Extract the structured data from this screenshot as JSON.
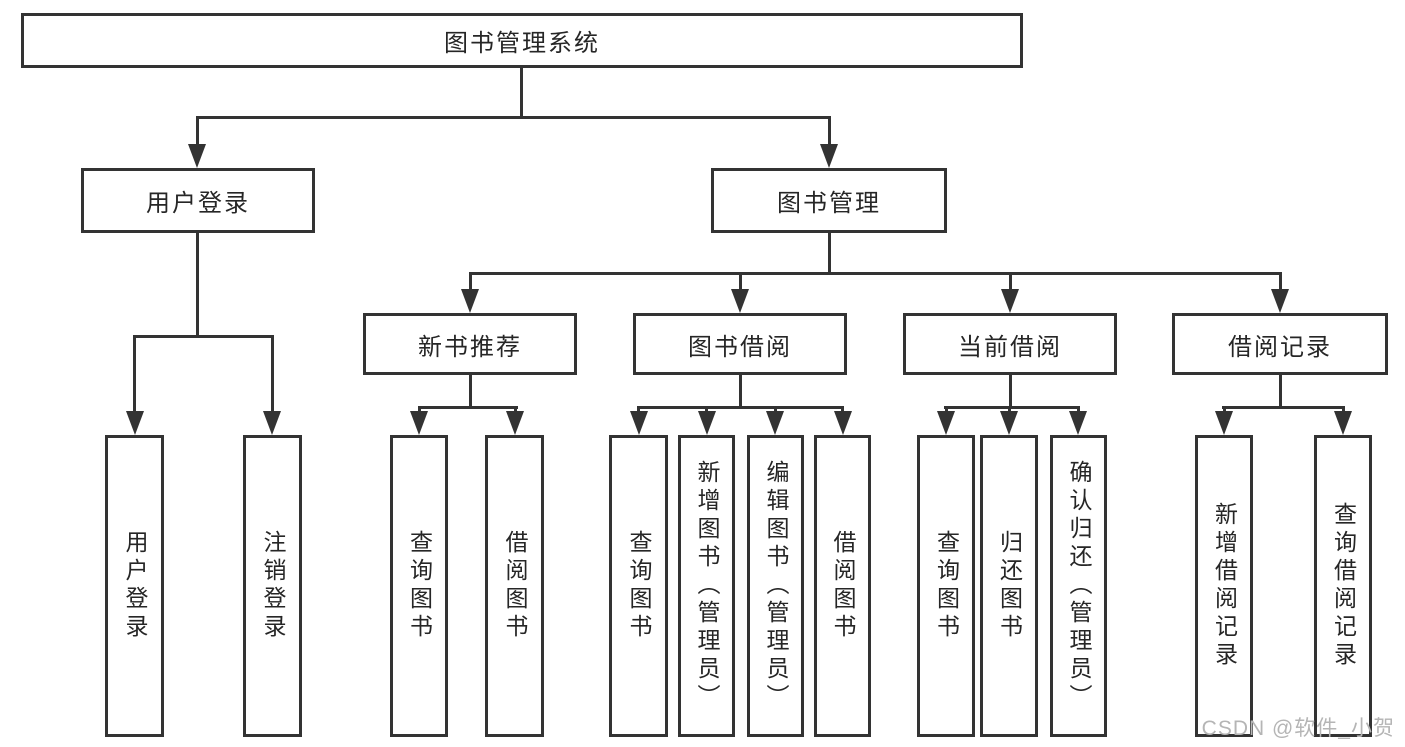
{
  "diagram": {
    "root": {
      "label": "图书管理系统"
    },
    "level2": [
      {
        "label": "用户登录"
      },
      {
        "label": "图书管理"
      }
    ],
    "login_children": [
      {
        "label": "用户登录"
      },
      {
        "label": "注销登录"
      }
    ],
    "groups": [
      {
        "label": "新书推荐",
        "children": [
          {
            "label": "查询图书"
          },
          {
            "label": "借阅图书"
          }
        ]
      },
      {
        "label": "图书借阅",
        "children": [
          {
            "label": "查询图书"
          },
          {
            "label": "新增图书（管理员）"
          },
          {
            "label": "编辑图书（管理员）"
          },
          {
            "label": "借阅图书"
          }
        ]
      },
      {
        "label": "当前借阅",
        "children": [
          {
            "label": "查询图书"
          },
          {
            "label": "归还图书"
          },
          {
            "label": "确认归还（管理员）"
          }
        ]
      },
      {
        "label": "借阅记录",
        "children": [
          {
            "label": "新增借阅记录"
          },
          {
            "label": "查询借阅记录"
          }
        ]
      }
    ],
    "watermark": "CSDN @软件_小贺同学",
    "colors": {
      "line": "#333333",
      "text": "#262626",
      "box_background": "#ffffff",
      "watermark": "#b5b5b5"
    }
  }
}
